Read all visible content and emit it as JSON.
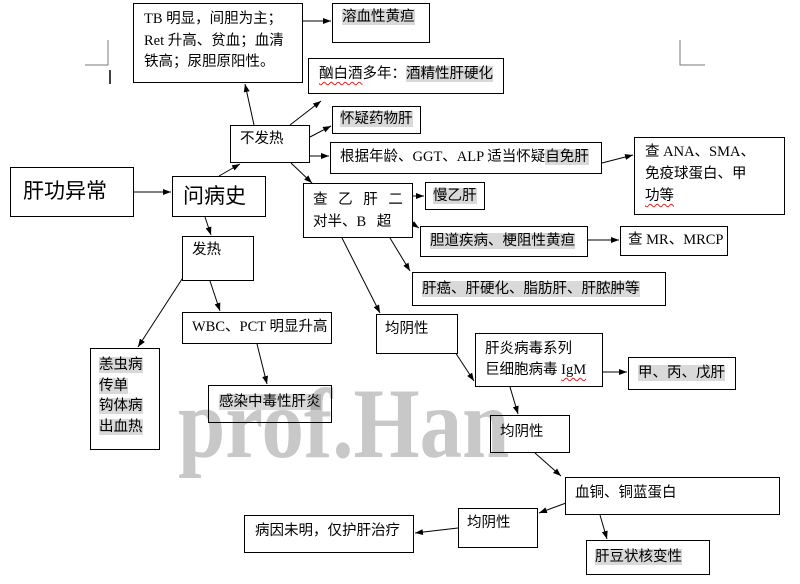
{
  "document": {
    "watermark": "prof.Han"
  },
  "flowchart": {
    "start": "肝功异常",
    "history": "问病史",
    "no_fever": "不发热",
    "fever": "发热",
    "hemolysis_findings": [
      "TB 明显，间胆为主；",
      "Ret 升高、贫血；血清",
      "铁高；尿胆原阳性。"
    ],
    "hemolytic_jaundice": "溶血性黄疸",
    "alcohol": {
      "history_flagged": "酗白酒",
      "history_rest": "多年：",
      "diagnosis": "酒精性肝硬化"
    },
    "drug_induced": "怀疑药物肝",
    "autoimmune": {
      "criteria": "根据年龄、GGT、ALP 适当怀疑",
      "diagnosis": "自免肝"
    },
    "autoimmune_tests": [
      "查 ANA、SMA、",
      "免疫球蛋白、甲",
      "功等"
    ],
    "hbv_tests": [
      "查 乙 肝 二",
      "对半、B 超"
    ],
    "chronic_hbv": "慢乙肝",
    "biliary": "胆道疾病、梗阻性黄疸",
    "mrcp": "查 MR、MRCP",
    "other_liver_disease": "肝癌、肝硬化、脂肪肝、肝脓肿等",
    "wbc_pct": "WBC、PCT 明显升高",
    "febrile_infections": [
      "恙虫病",
      "传单",
      "钩体病",
      "出血热"
    ],
    "toxic_hepatitis": "感染中毒性肝炎",
    "negative_1": "均阴性",
    "virus_tests": {
      "line1": "肝炎病毒系列",
      "line2": "巨细胞病毒 ",
      "line2_flagged": "IgM"
    },
    "viral_hepatitis": "甲、丙、戊肝",
    "negative_2": "均阴性",
    "copper_tests": "血铜、铜蓝蛋白",
    "negative_3": "均阴性",
    "unknown_cause": "病因未明，仅护肝治疗",
    "wilson": "肝豆状核变性"
  },
  "colors": {
    "highlight": "#d9d9d9",
    "border": "#000000",
    "text": "#000000",
    "spellcheck": "#e02020",
    "watermark": "#c8c8c8"
  }
}
